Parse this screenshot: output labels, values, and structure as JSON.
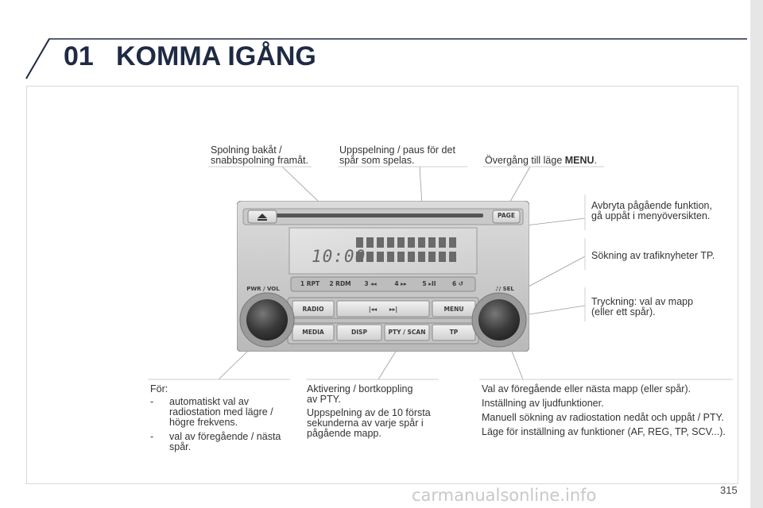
{
  "header": {
    "chapter_number": "01",
    "chapter_title": "KOMMA IGÅNG"
  },
  "page_number": "315",
  "watermark": "carmanualsonline.info",
  "callouts": {
    "rewind": {
      "line1": "Spolning bakåt /",
      "line2": "snabbspolning framåt."
    },
    "play_pause": {
      "line1": "Uppspelning / paus för det",
      "line2": "spår som spelas."
    },
    "menu": {
      "text": "Övergång till läge ",
      "bold": "MENU",
      "suffix": "."
    },
    "page": {
      "line1": "Avbryta pågående funktion,",
      "line2": "gå uppåt i menyöversikten."
    },
    "tp": {
      "line1": "Sökning av trafiknyheter TP."
    },
    "press": {
      "line1": "Tryckning: val av mapp",
      "line2": "(eller ett spår)."
    },
    "for": {
      "title": "För:",
      "items": [
        {
          "dash": "-",
          "line1": "automatiskt val av",
          "line2": "radiostation med lägre /",
          "line3": "högre frekvens."
        },
        {
          "dash": "-",
          "line1": "val av föregående / nästa",
          "line2": "spår."
        }
      ]
    },
    "pty": {
      "line1": "Aktivering / bortkoppling",
      "line2": "av PTY.",
      "line3": "Uppspelning av de 10 första",
      "line4": "sekunderna av varje spår i",
      "line5": "pågående mapp."
    },
    "knob": {
      "line1": "Val av föregående eller nästa mapp (eller spår).",
      "line2": "Inställning av ljudfunktioner.",
      "line3": "Manuell sökning av radiostation nedåt och uppåt / PTY.",
      "line4": "Läge för inställning av funktioner (AF, REG, TP, SCV...)."
    }
  },
  "radio": {
    "display_time": "10:00",
    "page_label": "PAGE",
    "pwr_label": "PWR / VOL",
    "sel_label": "♪/ SEL",
    "presets": [
      "1 RPT",
      "2 RDM",
      "3 ◂◂",
      "4 ▸▸",
      "5 ▸II",
      "6 ↺"
    ],
    "row1": [
      "RADIO",
      "|◂◂      ▸▸|",
      "MENU"
    ],
    "row2": [
      "MEDIA",
      "DISP",
      "PTY / SCAN",
      "TP"
    ],
    "eject_icon": "eject-icon"
  }
}
